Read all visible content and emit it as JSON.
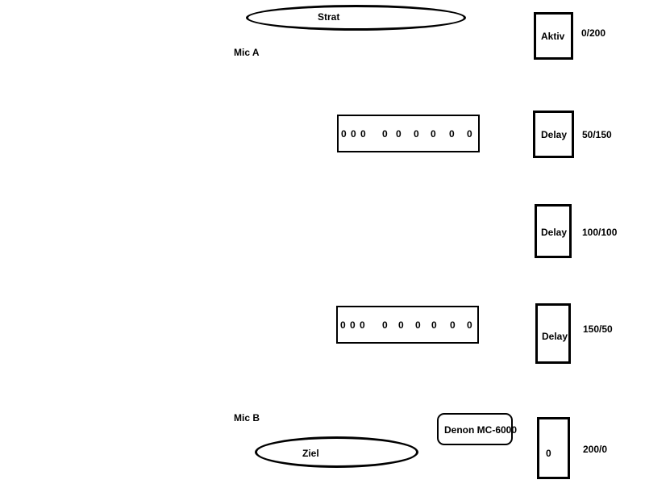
{
  "start": {
    "label": "Strat"
  },
  "target": {
    "label": "Ziel"
  },
  "mics": {
    "a": "Mic A",
    "b": "Mic B"
  },
  "device": {
    "label": "Denon MC-6000"
  },
  "displays": [
    {
      "digits": [
        "0",
        "0",
        "0",
        "0",
        "0",
        "0",
        "0",
        "0",
        "0"
      ]
    },
    {
      "digits": [
        "0",
        "0",
        "0",
        "0",
        "0",
        "0",
        "0",
        "0",
        "0"
      ]
    }
  ],
  "stages": [
    {
      "label": "Aktiv",
      "ratio": "0/200"
    },
    {
      "label": "Delay",
      "ratio": "50/150"
    },
    {
      "label": "Delay",
      "ratio": "100/100"
    },
    {
      "label": "Delay",
      "ratio": "150/50"
    },
    {
      "label": "0",
      "ratio": "200/0"
    }
  ]
}
